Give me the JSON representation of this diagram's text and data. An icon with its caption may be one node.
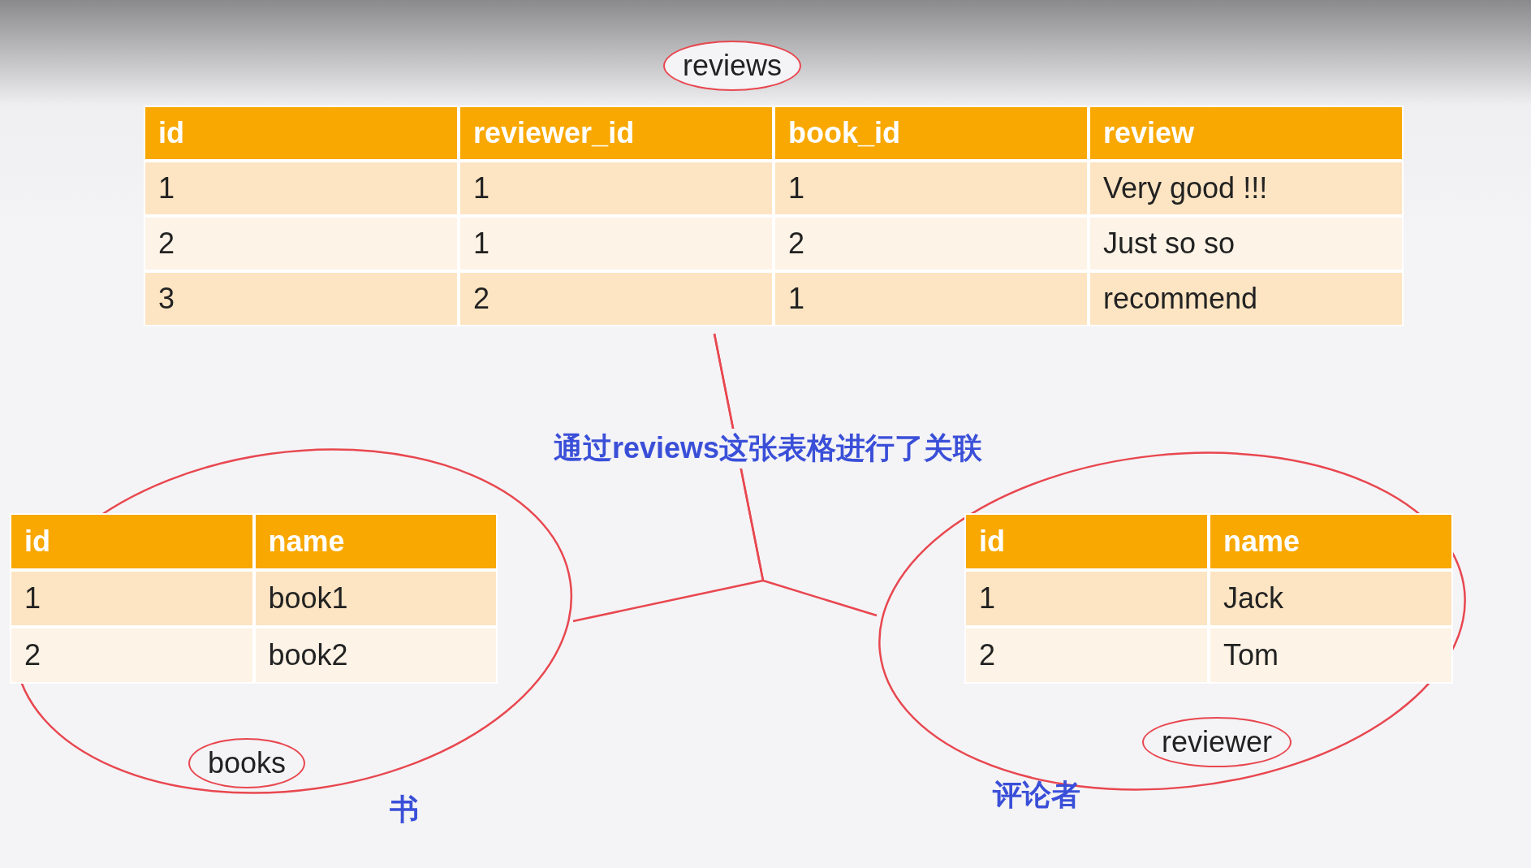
{
  "diagram": {
    "nodes": [
      {
        "text": [
          "reviews"
        ]
      },
      {
        "text": [
          "books"
        ],
        "beside": [
          "书"
        ]
      },
      {
        "text": [
          "reviewer"
        ],
        "beside": [
          "评论者"
        ]
      }
    ],
    "edges": [
      {
        "from": 0,
        "to": 1,
        "arrow": "none",
        "color": "#e8474f"
      },
      {
        "from": 0,
        "to": 2,
        "arrow": "none",
        "color": "#e8474f"
      }
    ],
    "labels": [
      "通过reviews这张表格进行了关联",
      "id",
      "reviewer_id",
      "book_id",
      "review",
      "1",
      "1",
      "1",
      "Very good !!!",
      "2",
      "1",
      "2",
      "Just so so",
      "3",
      "2",
      "1",
      "recommend",
      "id",
      "name",
      "1",
      "book1",
      "2",
      "book2",
      "id",
      "name",
      "1",
      "Jack",
      "2",
      "Tom"
    ]
  }
}
